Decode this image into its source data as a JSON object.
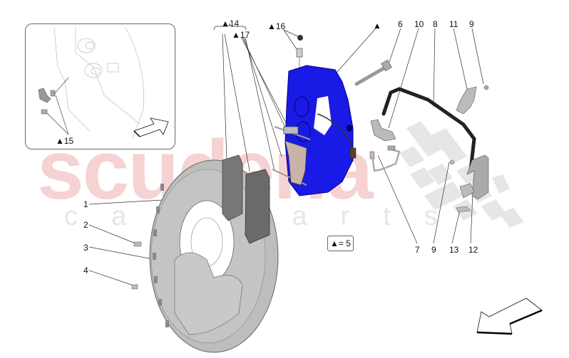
{
  "diagram": {
    "title": "Brake caliper and disc assembly exploded view",
    "watermark": {
      "main": "scuderia",
      "sub": "car parts",
      "color": "#f6d2d2"
    },
    "colors": {
      "caliper": "#1a1ae6",
      "disc": "#b8b8b8",
      "pad": "#6a6a6a",
      "hose": "#222222",
      "bracket": "#b5a8a0",
      "checker": "#e4e4e4"
    },
    "legend": {
      "text": "▲= 5"
    },
    "inset": {
      "label": "▲15",
      "description": "Detail view of clip and screws"
    },
    "callouts": [
      {
        "id": "1",
        "text": "1"
      },
      {
        "id": "2",
        "text": "2"
      },
      {
        "id": "3",
        "text": "3"
      },
      {
        "id": "4",
        "text": "4"
      },
      {
        "id": "6",
        "text": "6"
      },
      {
        "id": "7",
        "text": "7"
      },
      {
        "id": "8",
        "text": "8"
      },
      {
        "id": "9a",
        "text": "9"
      },
      {
        "id": "9b",
        "text": "9"
      },
      {
        "id": "10",
        "text": "10"
      },
      {
        "id": "11",
        "text": "11"
      },
      {
        "id": "12",
        "text": "12"
      },
      {
        "id": "13",
        "text": "13"
      },
      {
        "id": "14",
        "text": "▲14"
      },
      {
        "id": "16",
        "text": "▲16"
      },
      {
        "id": "17",
        "text": "▲17"
      },
      {
        "id": "caliper",
        "text": "▲"
      }
    ]
  }
}
